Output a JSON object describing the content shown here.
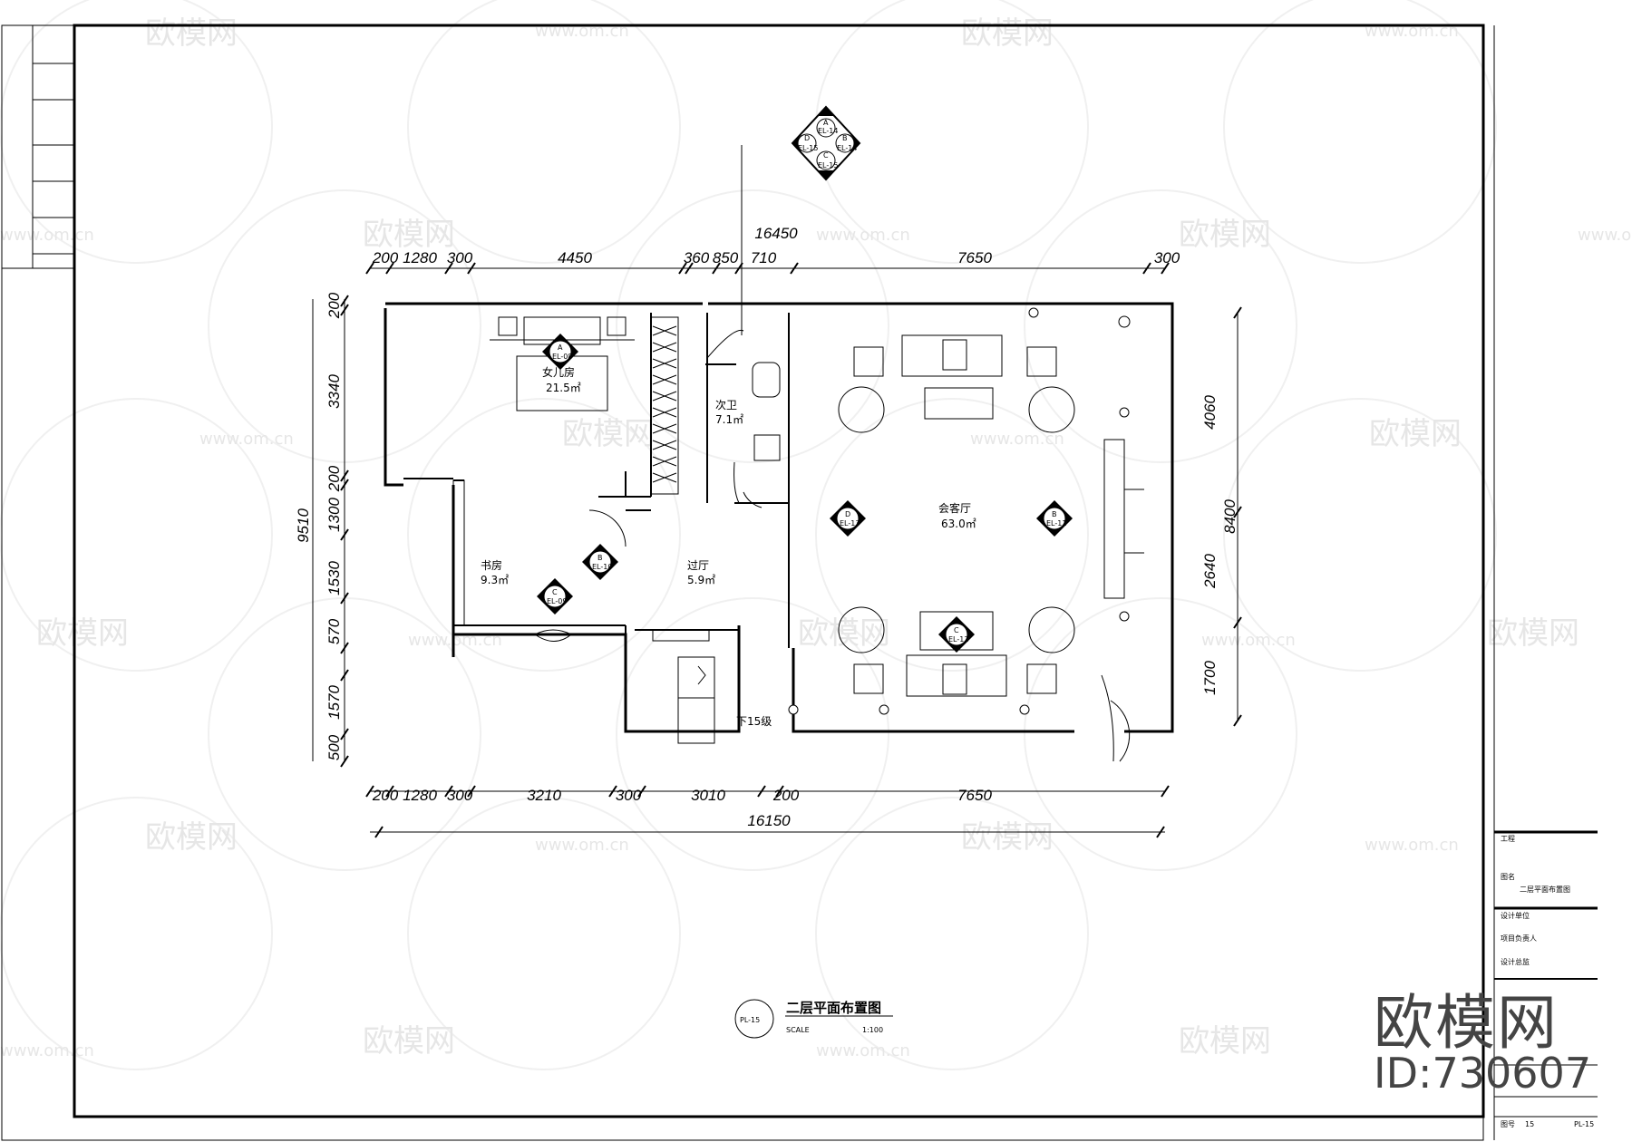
{
  "drawing": {
    "title": "二层平面布置图",
    "code": "PL-15",
    "scale_label": "SCALE",
    "scale_value": "1:100"
  },
  "rooms": {
    "daughter_room": {
      "name": "女儿房",
      "area": "21.5㎡"
    },
    "bath": {
      "name": "次卫",
      "area": "7.1㎡"
    },
    "living": {
      "name": "会客厅",
      "area": "63.0㎡"
    },
    "study": {
      "name": "书房",
      "area": "9.3㎡"
    },
    "hall": {
      "name": "过厅",
      "area": "5.9㎡"
    },
    "stairs": {
      "name": "下15级"
    }
  },
  "elevation_marks": {
    "index_top": {
      "a": "A",
      "a_ref": "EL-14",
      "b": "B",
      "b_ref": "EL-14",
      "c": "C",
      "c_ref": "EL-15",
      "d": "D",
      "d_ref": "EL-15"
    },
    "daughter": {
      "letter": "A",
      "ref": "EL-08"
    },
    "living_left": {
      "letter": "D",
      "ref": "EL-13"
    },
    "living_right": {
      "letter": "B",
      "ref": "EL-11"
    },
    "living_bottom": {
      "letter": "C",
      "ref": "EL-12"
    },
    "study_b": {
      "letter": "B",
      "ref": "EL-10"
    },
    "study_c": {
      "letter": "C",
      "ref": "EL-09"
    }
  },
  "dimensions": {
    "top_total": "16450",
    "top": [
      "200",
      "1280",
      "300",
      "4450",
      "360",
      "850",
      "710",
      "7650",
      "300"
    ],
    "bottom": [
      "200",
      "1280",
      "300",
      "3210",
      "300",
      "3010",
      "200",
      "7650"
    ],
    "bottom_total": "16150",
    "left_total": "9510",
    "left": [
      "200",
      "3340",
      "200",
      "1300",
      "1530",
      "570",
      "1570",
      "500"
    ],
    "right_total": "8400",
    "right": [
      "4060",
      "2640",
      "1700"
    ]
  },
  "title_block": {
    "project_label": "工程",
    "drawing_name_label": "图名",
    "drawing_name": "二层平面布置图",
    "design_unit": "设计单位",
    "project_lead": "项目负责人",
    "supervisor": "设计总监",
    "sheet_no_label": "图号",
    "sheet_no": "15",
    "sheet_code": "PL-15"
  },
  "watermark": {
    "brand": "欧模网",
    "url": "www.om.cn",
    "id": "ID:730607"
  }
}
